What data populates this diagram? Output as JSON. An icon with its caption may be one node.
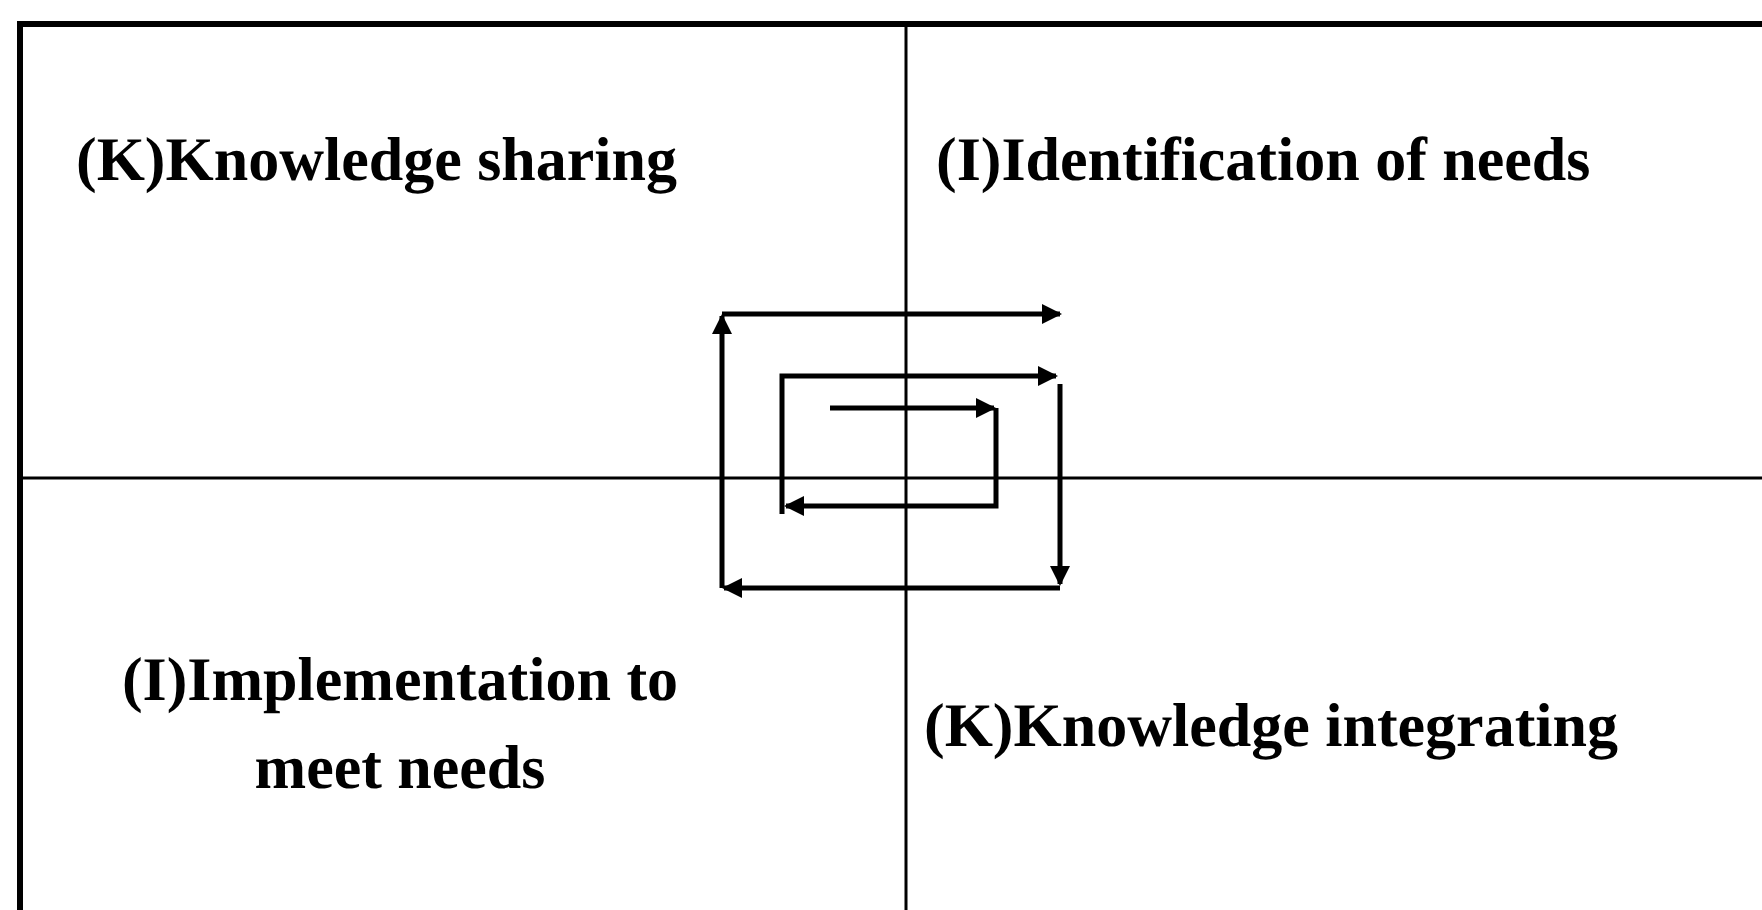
{
  "diagram": {
    "labels": [
      "(K)Knowledge sharing",
      "(I)Identification of needs",
      "(I)Implementation to meet needs",
      "(K)Knowledge integrating"
    ]
  }
}
